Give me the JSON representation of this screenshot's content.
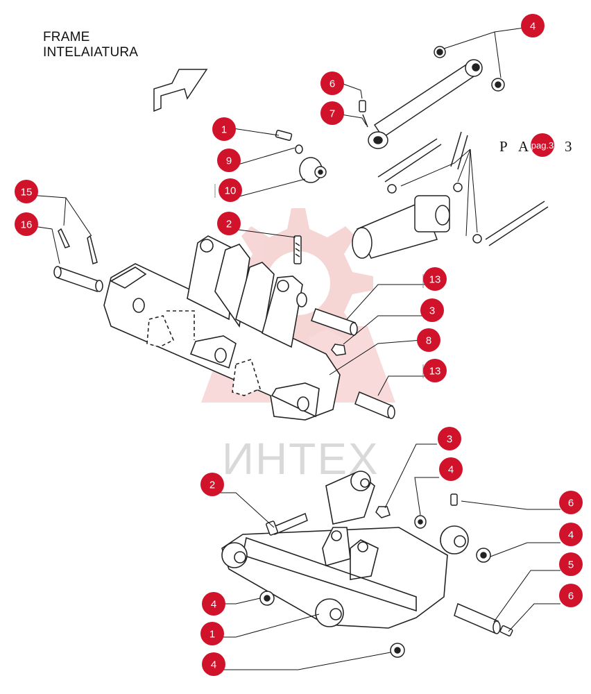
{
  "title": {
    "line1": "FRAME",
    "line2": "INTELAIATURA"
  },
  "page_reference": {
    "prefix": "P A",
    "badge": "pag.3",
    "suffix": "3"
  },
  "watermark": {
    "text": "ИНТЕХ",
    "color": "#e8a0a0"
  },
  "colors": {
    "callout": "#d0122a",
    "callout_text": "#ffffff",
    "line": "#111111"
  },
  "callouts": [
    {
      "id": "c4a",
      "label": "4"
    },
    {
      "id": "c6a",
      "label": "6"
    },
    {
      "id": "c7",
      "label": "7"
    },
    {
      "id": "c1a",
      "label": "1"
    },
    {
      "id": "c9",
      "label": "9"
    },
    {
      "id": "c10",
      "label": "10"
    },
    {
      "id": "c15",
      "label": "15"
    },
    {
      "id": "c16",
      "label": "16"
    },
    {
      "id": "c2a",
      "label": "2"
    },
    {
      "id": "c13a",
      "label": "13"
    },
    {
      "id": "c3a",
      "label": "3"
    },
    {
      "id": "c8",
      "label": "8"
    },
    {
      "id": "c13b",
      "label": "13"
    },
    {
      "id": "c3b",
      "label": "3"
    },
    {
      "id": "c4b",
      "label": "4"
    },
    {
      "id": "c2b",
      "label": "2"
    },
    {
      "id": "c6b",
      "label": "6"
    },
    {
      "id": "c4c",
      "label": "4"
    },
    {
      "id": "c5",
      "label": "5"
    },
    {
      "id": "c6c",
      "label": "6"
    },
    {
      "id": "c4d",
      "label": "4"
    },
    {
      "id": "c1b",
      "label": "1"
    },
    {
      "id": "c4e",
      "label": "4"
    }
  ]
}
